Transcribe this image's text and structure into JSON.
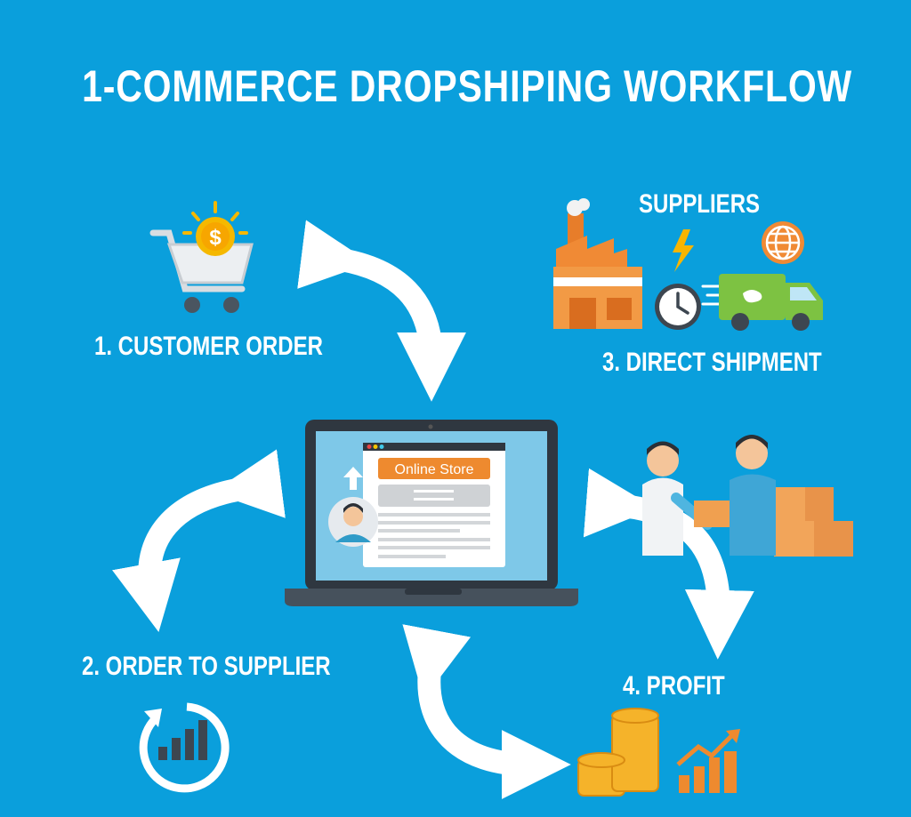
{
  "title": "1-COMMERCE DROPSHIPING WORKFLOW",
  "steps": {
    "customer_order": "1. CUSTOMER ORDER",
    "order_to_supplier": "2. ORDER TO SUPPLIER",
    "direct_shipment": "3. DIRECT SHIPMENT",
    "profit": "4. PROFIT"
  },
  "suppliers_label": "SUPPLIERS",
  "laptop": {
    "store_label": "Online Store"
  },
  "colors": {
    "background": "#0a9fdc",
    "accent": "#ee8a2f",
    "white": "#ffffff"
  }
}
